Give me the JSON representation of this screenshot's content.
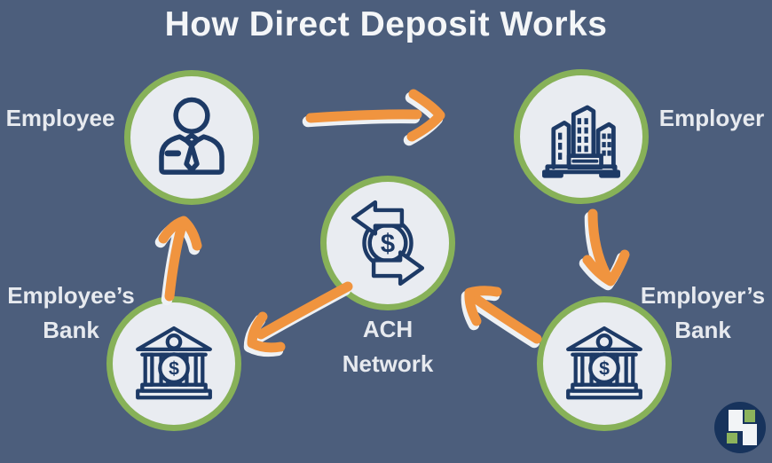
{
  "title": "How Direct Deposit Works",
  "colors": {
    "background": "#4c5e7c",
    "ring_green": "#87b158",
    "circle_fill": "#e9ecf1",
    "icon_navy": "#1d3a66",
    "arrow_orange": "#f0943f",
    "arrow_shadow": "#eef1f4",
    "title_text": "#f4f6f8",
    "label_text": "#e7eaef",
    "logo_navy": "#17335c",
    "logo_green": "#8cb35c",
    "logo_white": "#f2f4f6"
  },
  "symbols": {
    "dollar": "$"
  },
  "nodes": [
    {
      "id": "employee",
      "label": "Employee",
      "icon": "person-icon"
    },
    {
      "id": "employer",
      "label": "Employer",
      "icon": "office-buildings-icon"
    },
    {
      "id": "ach-network",
      "label": "ACH Network",
      "icon": "money-transfer-icon"
    },
    {
      "id": "employees-bank",
      "label": "Employee’s Bank",
      "icon": "bank-icon"
    },
    {
      "id": "employers-bank",
      "label": "Employer’s Bank",
      "icon": "bank-icon"
    }
  ],
  "flow": [
    {
      "from": "Employee",
      "to": "Employer"
    },
    {
      "from": "Employer",
      "to": "Employer’s Bank"
    },
    {
      "from": "Employer’s Bank",
      "to": "ACH Network"
    },
    {
      "from": "ACH Network",
      "to": "Employee’s Bank"
    },
    {
      "from": "Employee’s Bank",
      "to": "Employee"
    }
  ]
}
